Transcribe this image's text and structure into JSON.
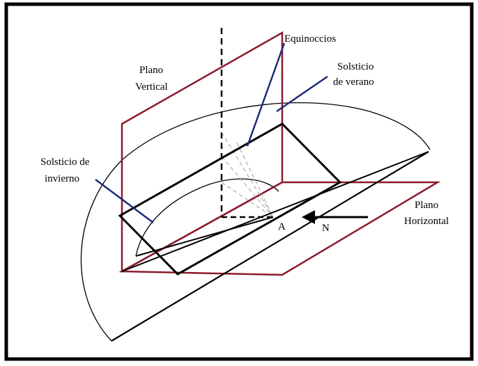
{
  "labels": {
    "plano_vertical_line1": "Plano",
    "plano_vertical_line2": "Vertical",
    "equinoccios": "Equinoccios",
    "solsticio_verano_line1": "Solsticio",
    "solsticio_verano_line2": "de verano",
    "solsticio_invierno_line1": "Solsticio de",
    "solsticio_invierno_line2": "invierno",
    "plano_horizontal_line1": "Plano",
    "plano_horizontal_line2": "Horizontal",
    "point_a": "A",
    "north": "N"
  },
  "colors": {
    "plane": "#8b1a2b",
    "pointer": "#1f2a7a",
    "line": "#000000",
    "dashed": "#a0a0a0",
    "frame": "#000000"
  }
}
